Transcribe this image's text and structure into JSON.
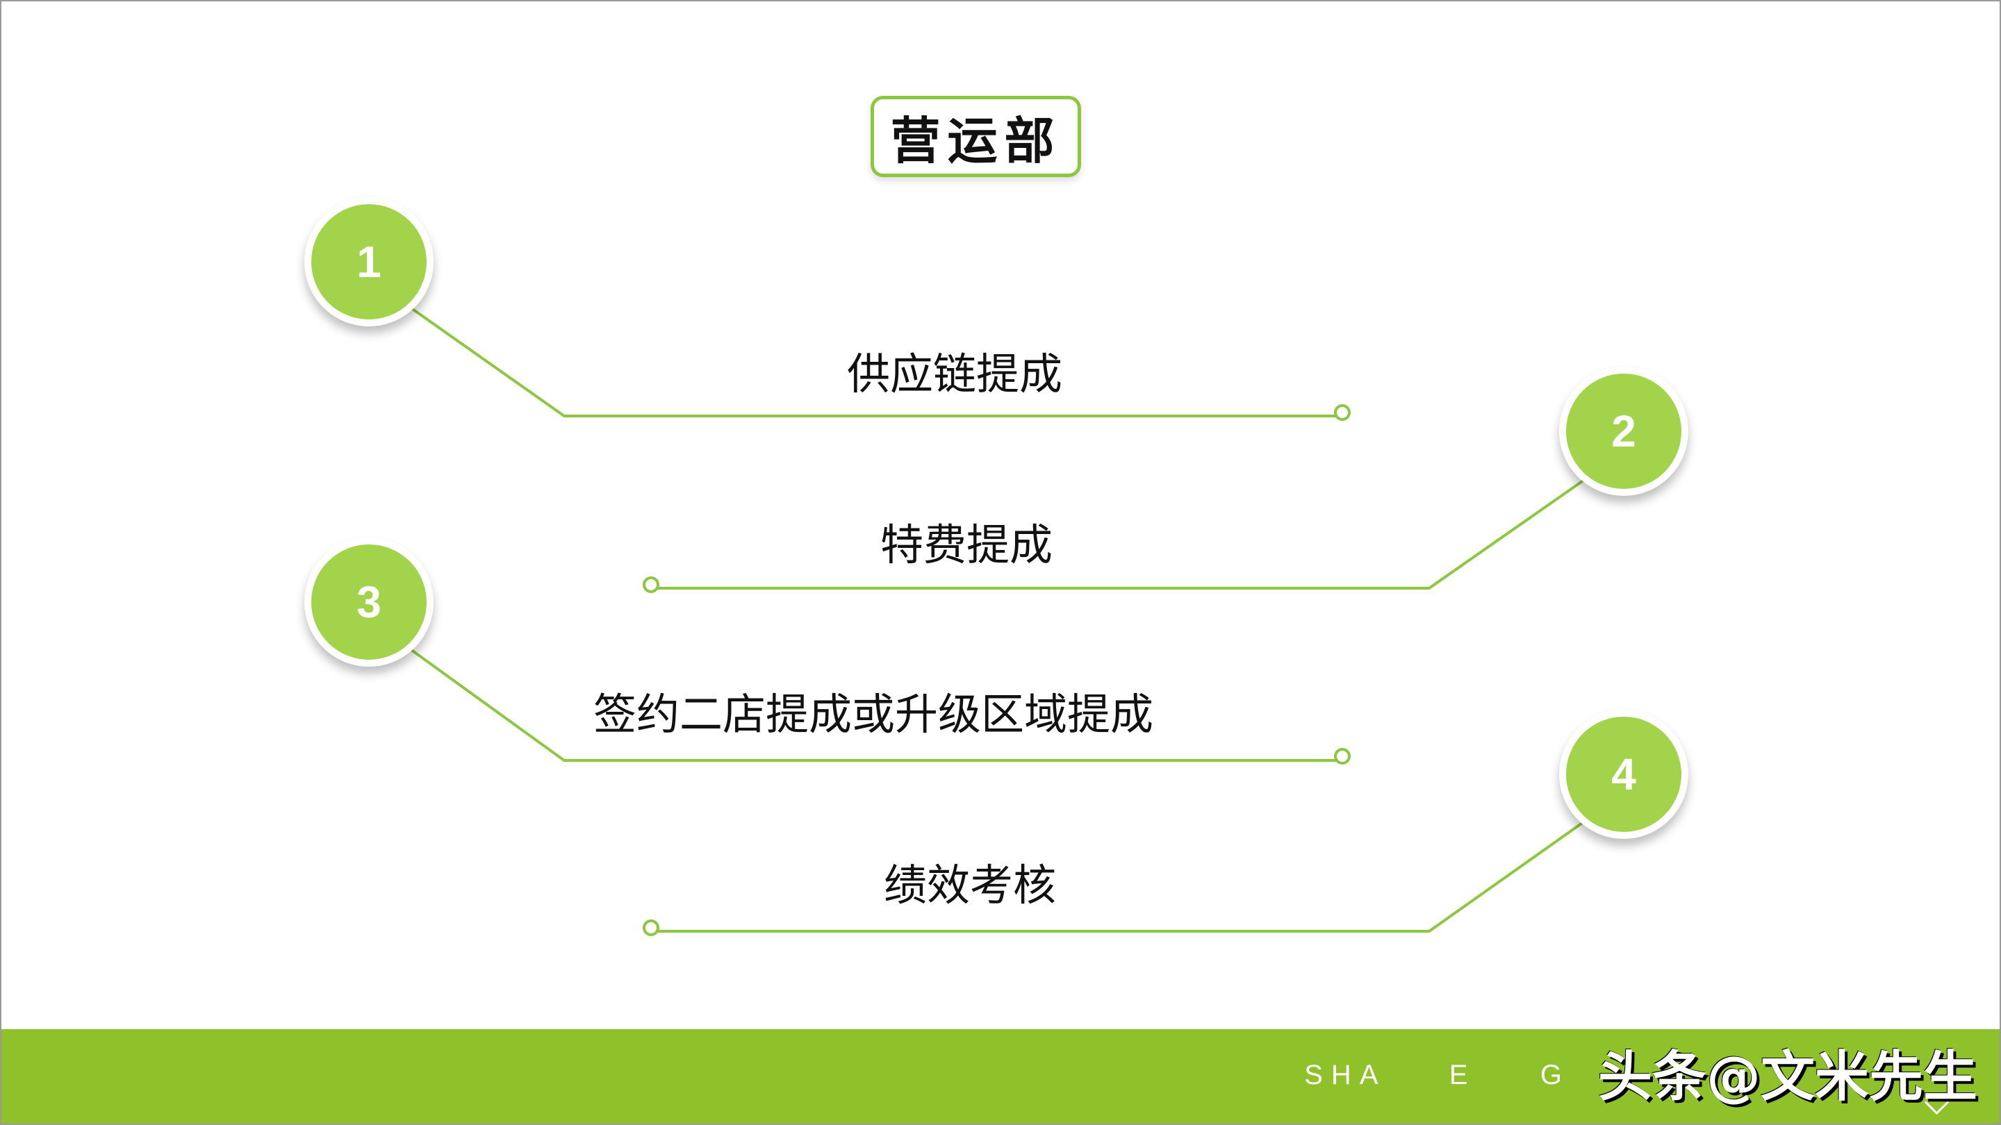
{
  "title": "营运部",
  "accent_color": "#8dc63f",
  "footer_color": "#8fc12a",
  "items": [
    {
      "number": "1",
      "label": "供应链提成"
    },
    {
      "number": "2",
      "label": "特费提成"
    },
    {
      "number": "3",
      "label": "签约二店提成或升级区域提成"
    },
    {
      "number": "4",
      "label": "绩效考核"
    }
  ],
  "watermark": {
    "brand_text": "SHA    E    G",
    "overlay_text": "头条@文米先生"
  }
}
